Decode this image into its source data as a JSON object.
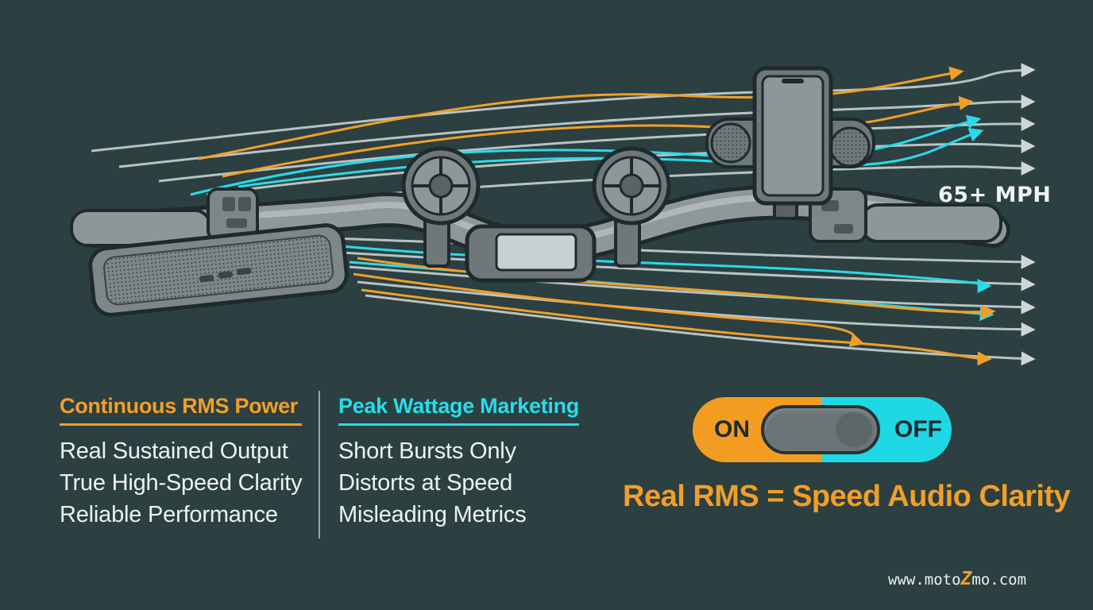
{
  "speed_label": "65+ MPH",
  "left_column": {
    "heading": "Continuous RMS Power",
    "items": [
      "Real Sustained Output",
      "True High-Speed Clarity",
      "Reliable Performance"
    ]
  },
  "right_column": {
    "heading": "Peak Wattage Marketing",
    "items": [
      "Short Bursts Only",
      "Distorts at Speed",
      "Misleading Metrics"
    ]
  },
  "toggle": {
    "on_label": "ON",
    "off_label": "OFF"
  },
  "tagline": "Real RMS = Speed Audio Clarity",
  "website": {
    "prefix": "www.moto",
    "highlight": "Z",
    "suffix": "mo.com"
  },
  "colors": {
    "background": "#2c3f41",
    "orange_accent": "#f29f27",
    "cyan_accent": "#27dcea",
    "text": "#eef2f2"
  }
}
